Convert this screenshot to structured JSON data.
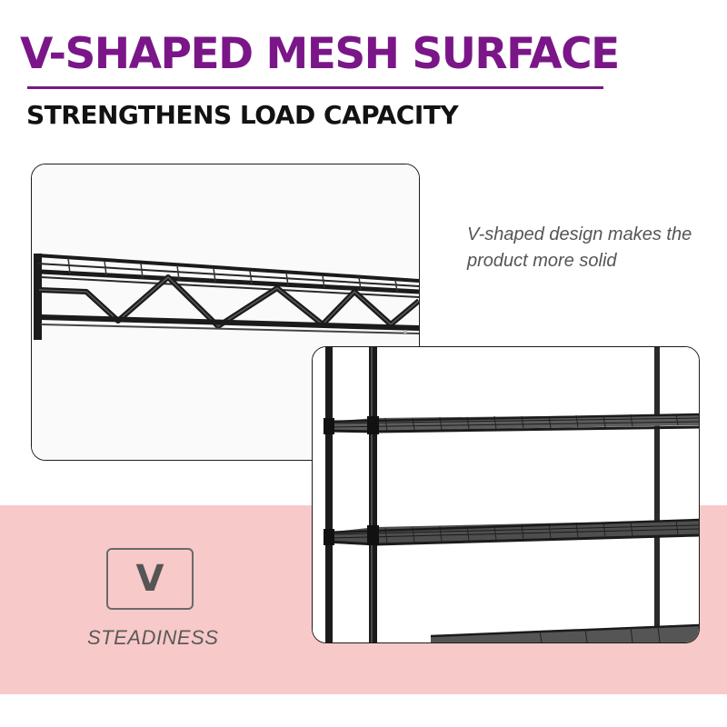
{
  "header": {
    "title": "V-SHAPED MESH SURFACE",
    "subtitle": "STRENGTHENS LOAD CAPACITY"
  },
  "caption": {
    "text": "V-shaped design makes the product more solid"
  },
  "images": {
    "closeup": "v-shaped-wire-closeup",
    "shelf": "wire-shelving-unit"
  },
  "feature": {
    "badge_letter": "V",
    "label": "STEADINESS"
  },
  "colors": {
    "accent": "#7a1688",
    "band": "#f8c9c9",
    "text_dark": "#121212",
    "text_muted": "#555555",
    "wire": "#1b1b1b"
  }
}
